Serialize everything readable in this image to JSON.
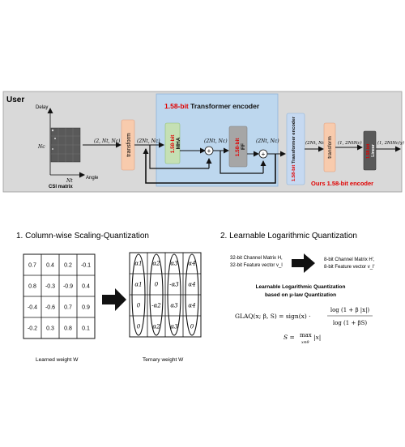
{
  "top": {
    "user_label": "User",
    "csi": {
      "delay_label": "Delay",
      "angle_label": "Angle",
      "nc_label": "Nc",
      "nt_label": "Nt",
      "caption": "CSI matrix"
    },
    "shape_in": "(2, Nt, Nc)",
    "transform_label": "transform",
    "shape_after_transform": "(2Nt, Nc)",
    "encoder_title_bit": "1.58-bit",
    "encoder_title_rest": " Transformer encoder",
    "mha_bit": "1.58-bit",
    "mha_label": "MHA",
    "shape_mid": "(2Nt, Nc)",
    "ff_bit": "1.58-bit",
    "ff_label": "FF",
    "shape_after_add": "(2Nt, Nc)",
    "tenc_bit": "1.58-bit",
    "tenc_rest": "Transformer encoder",
    "shape_after_tenc": "(2Nt, Nc)",
    "transform2_label": "transform",
    "shape_after_transform2": "(1, 2NtNc)",
    "linear_bit": "1.58-bit",
    "linear_label": "Linear",
    "shape_out": "(1, 2NtNc/γ)",
    "ours_label": "Ours 1.58-bit encoder"
  },
  "left_section": {
    "title": "1. Column-wise Scaling-Quantization",
    "learned_matrix": [
      [
        "0.7",
        "0.4",
        "0.2",
        "-0.1"
      ],
      [
        "0.8",
        "-0.3",
        "-0.9",
        "0.4"
      ],
      [
        "-0.4",
        "-0.6",
        "0.7",
        "0.9"
      ],
      [
        "-0.2",
        "0.3",
        "0.8",
        "0.1"
      ]
    ],
    "learned_caption": "Learned weight W",
    "ternary_matrix": [
      [
        "α1",
        "α2",
        "α3",
        "α4"
      ],
      [
        "α1",
        "0",
        "-α3",
        "α4"
      ],
      [
        "0",
        "-α2",
        "α3",
        "α4"
      ],
      [
        "0",
        "α2",
        "α3",
        "0"
      ]
    ],
    "ternary_caption": "Ternary weight W"
  },
  "right_section": {
    "title": "2. Learnable Logarithmic Quantization",
    "input_line1": "32-bit Channel Matrix H,",
    "input_line2": "32-bit Feature vector v_l",
    "output_line1": "8-bit Channel Matrix H',",
    "output_line2": "8-bit Feature vector v_l'",
    "heading_line1": "Learnable Logarithmic Quantization",
    "heading_line2": "based on μ-law Quantization",
    "formula_lhs": "GLAQ(x; β, S) = sign(x) ·",
    "formula_num": "log (1 + β |x|)",
    "formula_den": "log (1 + βS)",
    "formula2_lhs": "S =",
    "formula2_max": "max",
    "formula2_sub": "x∈θ",
    "formula2_rhs": "|x|"
  },
  "colors": {
    "user_panel": "#d9d9d9",
    "encoder_panel": "#bdd7ee",
    "tenc_block": "#c6d9f1",
    "transform_block": "#f8cbad",
    "mha_block": "#c5e0b4",
    "ff_block": "#a6a6a6",
    "linear_block": "#595959",
    "accent_red": "#e00000",
    "csi_grid": "#595959"
  }
}
